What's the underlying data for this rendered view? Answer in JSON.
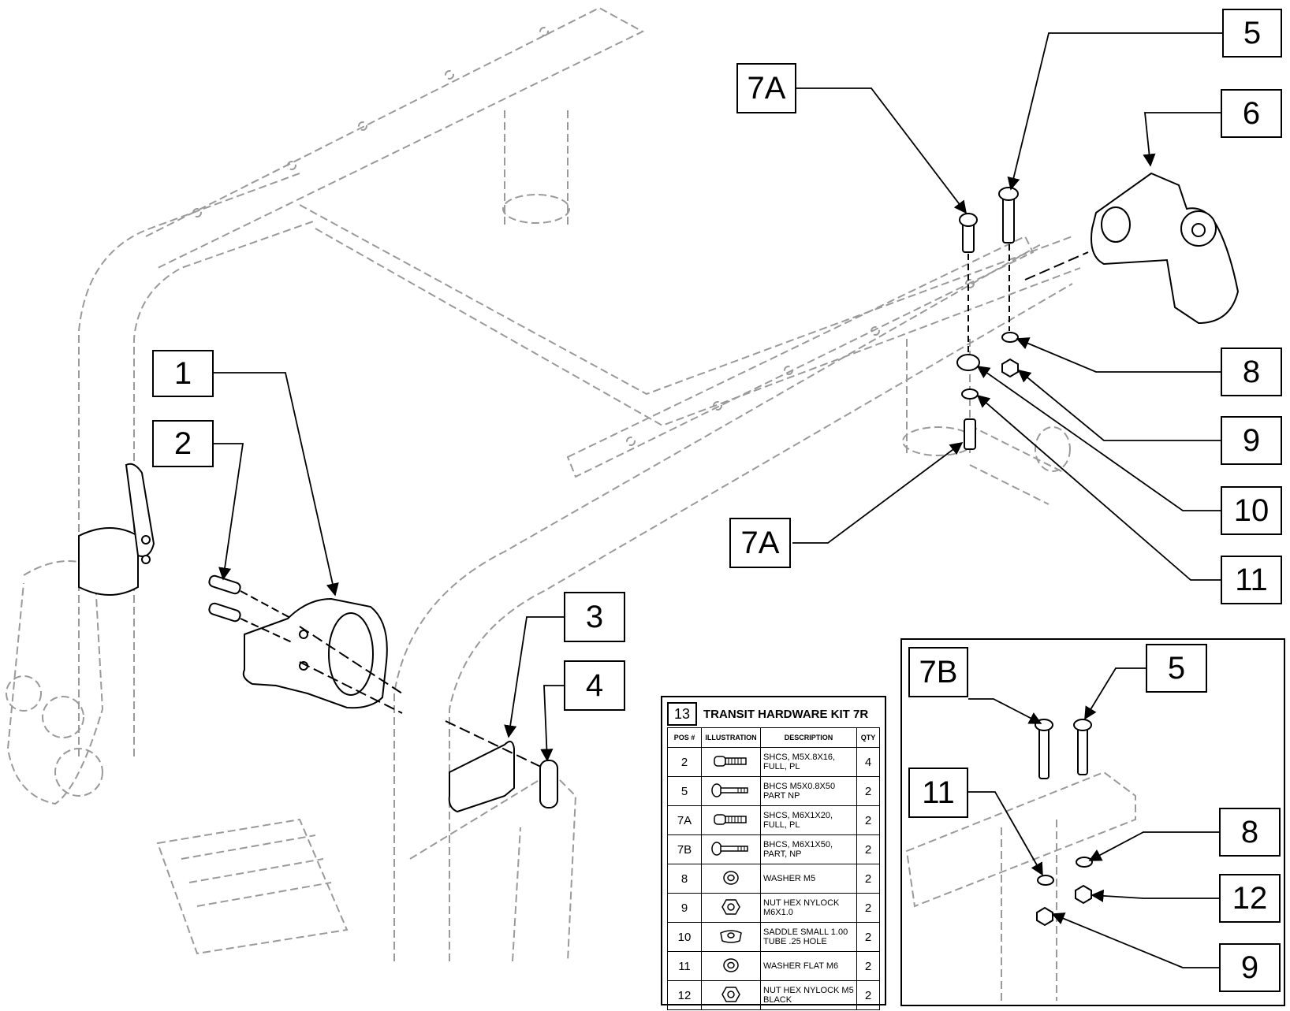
{
  "callouts": {
    "c1": "1",
    "c2": "2",
    "c3": "3",
    "c4": "4",
    "c5": "5",
    "c6": "6",
    "c7a_top": "7A",
    "c7a_bottom": "7A",
    "c8": "8",
    "c9": "9",
    "c10": "10",
    "c11": "11",
    "inset_7b": "7B",
    "inset_5": "5",
    "inset_11": "11",
    "inset_8": "8",
    "inset_12": "12",
    "inset_9": "9"
  },
  "kit": {
    "number": "13",
    "title": "TRANSIT HARDWARE KIT 7R",
    "headers": {
      "pos": "POS #",
      "illustration": "ILLUSTRATION",
      "description": "DESCRIPTION",
      "qty": "QTY"
    },
    "rows": [
      {
        "pos": "2",
        "icon": "shcs-screw-icon",
        "desc": "SHCS, M5X.8X16, FULL, PL",
        "qty": "4"
      },
      {
        "pos": "5",
        "icon": "bhcs-screw-icon",
        "desc": "BHCS M5X0.8X50 PART NP",
        "qty": "2"
      },
      {
        "pos": "7A",
        "icon": "shcs-screw-icon",
        "desc": "SHCS, M6X1X20, FULL, PL",
        "qty": "2"
      },
      {
        "pos": "7B",
        "icon": "bhcs-screw-icon",
        "desc": "BHCS, M6X1X50, PART, NP",
        "qty": "2"
      },
      {
        "pos": "8",
        "icon": "washer-icon",
        "desc": "WASHER M5",
        "qty": "2"
      },
      {
        "pos": "9",
        "icon": "hex-nut-icon",
        "desc": "NUT HEX NYLOCK M6X1.0",
        "qty": "2"
      },
      {
        "pos": "10",
        "icon": "saddle-icon",
        "desc": "SADDLE SMALL 1.00 TUBE .25 HOLE",
        "qty": "2"
      },
      {
        "pos": "11",
        "icon": "washer-icon",
        "desc": "WASHER FLAT M6",
        "qty": "2"
      },
      {
        "pos": "12",
        "icon": "hex-nut-icon",
        "desc": "NUT HEX NYLOCK M5 BLACK",
        "qty": "2"
      }
    ]
  },
  "colors": {
    "ink": "#000000",
    "frame": "#9a9a9a",
    "paper": "#ffffff"
  }
}
